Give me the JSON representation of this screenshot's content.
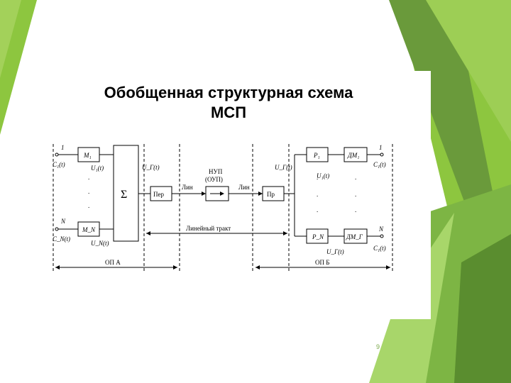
{
  "slide": {
    "title_line1": "Обобщенная структурная схема",
    "title_line2": "МСП",
    "page_number": "9",
    "accent_colors": [
      "#8dc63f",
      "#6a9a3b",
      "#4e7f2a"
    ]
  },
  "diagram": {
    "input_top": {
      "index": "1",
      "signal": "C₁(t)",
      "modulator": "M₁",
      "output": "U₁(t)"
    },
    "input_bottom": {
      "index": "N",
      "signal": "C_N(t)",
      "modulator": "M_N",
      "output": "U_N(t)"
    },
    "sum_symbol": "Σ",
    "group_signal_a": "U_Г(t)",
    "transmitter": "Пер",
    "line_left": "Лин",
    "repeater_line1": "НУП",
    "repeater_line2": "(ОУП)",
    "line_right": "Лин",
    "receiver": "Пр",
    "group_signal_b": "U_Г(t)",
    "filter_top": "Р₁",
    "filter_bottom": "Р_N",
    "demod_top": "ДМ₁",
    "demod_bottom": "ДМ_Г",
    "mid_signal": "U₁(t)",
    "bottom_signal": "U_Г(t)",
    "output_top": {
      "index": "1",
      "signal": "C₁(t)"
    },
    "output_bottom": {
      "index": "N",
      "signal": "C₁(t)"
    },
    "line_tract": "Линейный тракт",
    "station_a": "ОП А",
    "station_b": "ОП Б"
  }
}
